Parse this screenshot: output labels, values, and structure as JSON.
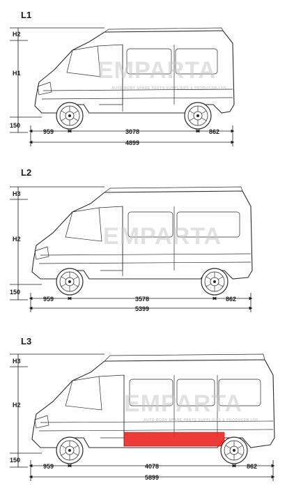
{
  "watermark": {
    "brand": "EMPARTA",
    "tagline": "AUTO BODY SPARE PARTS SUPPLIERS & PRODUCER LTD"
  },
  "vans": [
    {
      "title": "L1",
      "h_top": "H2",
      "h_mid": "H1",
      "ground": "150",
      "front_overhang": "959",
      "wheelbase": "3078",
      "rear_overhang": "862",
      "total_length": "4899"
    },
    {
      "title": "L2",
      "h_top": "H3",
      "h_mid": "H2",
      "ground": "150",
      "front_overhang": "959",
      "wheelbase": "3578",
      "rear_overhang": "862",
      "total_length": "5399"
    },
    {
      "title": "L3",
      "h_top": "H3",
      "h_mid": "H2",
      "ground": "150",
      "front_overhang": "959",
      "wheelbase": "4078",
      "rear_overhang": "862",
      "total_length": "5899"
    }
  ],
  "colors": {
    "highlight": "#ee2a2a",
    "ink": "#1a1a1a",
    "watermark": "#c9c9c9"
  }
}
